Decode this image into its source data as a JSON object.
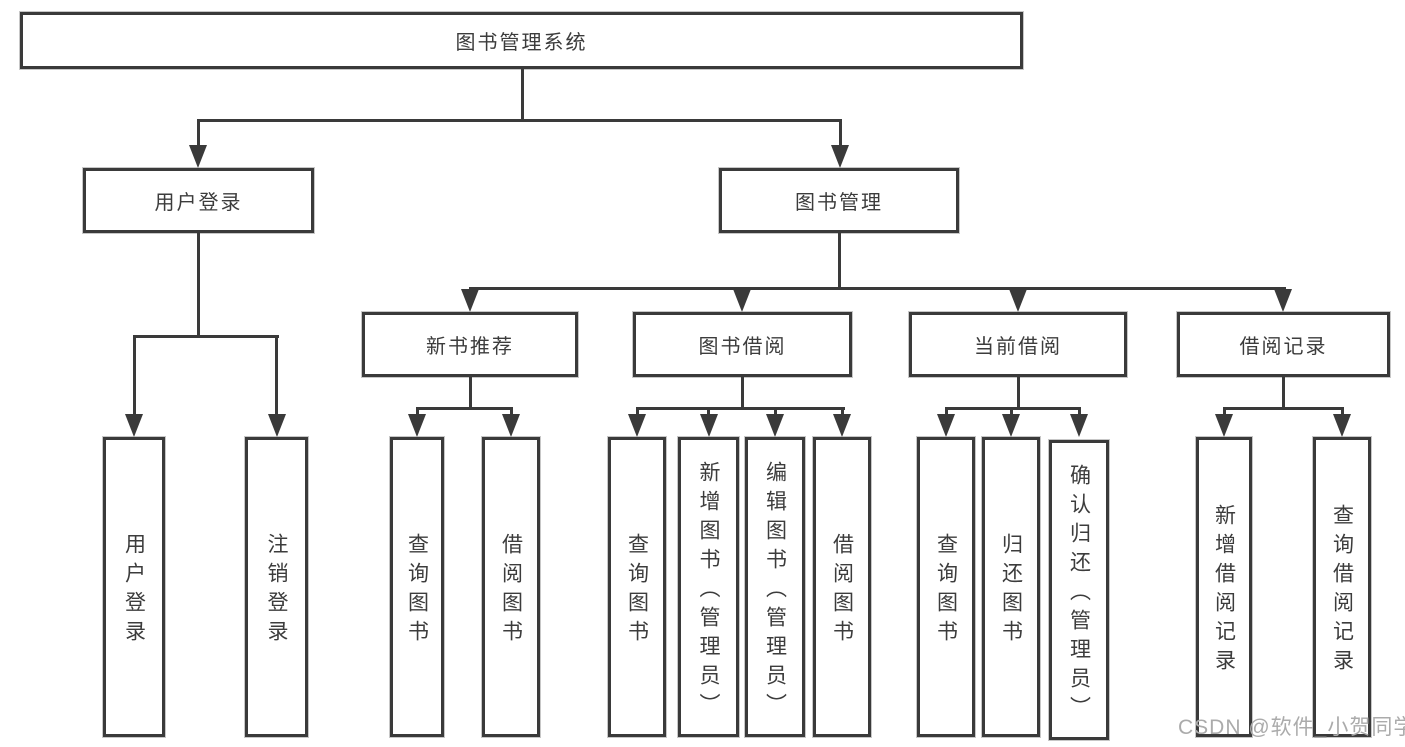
{
  "diagram": {
    "title": "图书管理系统",
    "level1": [
      {
        "label": "用户登录"
      },
      {
        "label": "图书管理"
      }
    ],
    "level2": [
      {
        "label": "新书推荐"
      },
      {
        "label": "图书借阅"
      },
      {
        "label": "当前借阅"
      },
      {
        "label": "借阅记录"
      }
    ],
    "leaves": [
      {
        "label": "用户登录"
      },
      {
        "label": "注销登录"
      },
      {
        "label": "查询图书"
      },
      {
        "label": "借阅图书"
      },
      {
        "label": "查询图书"
      },
      {
        "label": "新增图书（管理员）"
      },
      {
        "label": "编辑图书（管理员）"
      },
      {
        "label": "借阅图书"
      },
      {
        "label": "查询图书"
      },
      {
        "label": "归还图书"
      },
      {
        "label": "确认归还（管理员）"
      },
      {
        "label": "新增借阅记录"
      },
      {
        "label": "查询借阅记录"
      }
    ]
  },
  "watermark": "CSDN @软件_小贺同学",
  "colors": {
    "line": "#3a3a3a",
    "text": "#3c3c3c",
    "watermark": "#ababab",
    "background": "#ffffff"
  }
}
